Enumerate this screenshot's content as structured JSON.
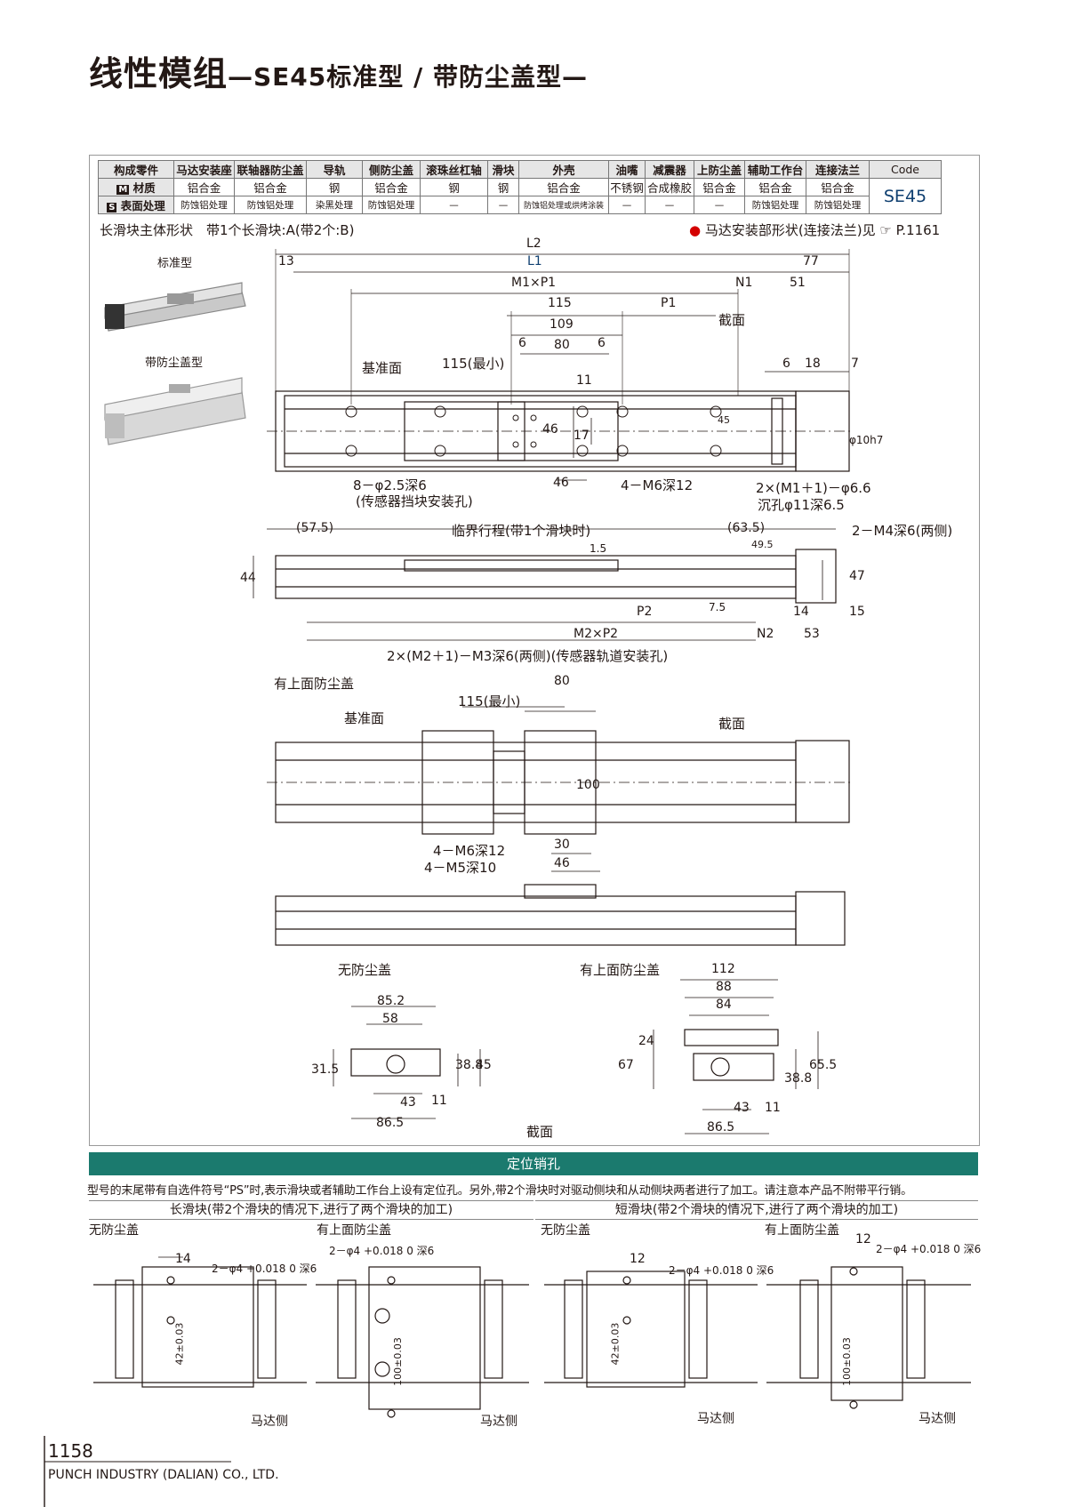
{
  "header": {
    "title_cn": "线性模组",
    "title_cn_suffix": "—SE45标准型 / 带防尘盖型—",
    "title_en": "BALLSCREW ACTUATOR",
    "title_en_suffix": "—SE45 STANDARD TYPE / With DUST SHIELD TYPE—"
  },
  "spec_table": {
    "row_labels": [
      "构成零件",
      "材质",
      "表面处理"
    ],
    "m_badge": "M",
    "s_badge": "S",
    "columns": [
      {
        "part": "马达安装座",
        "material": "铝合金",
        "finish": "防蚀铝处理"
      },
      {
        "part": "联轴器防尘盖",
        "material": "铝合金",
        "finish": "防蚀铝处理"
      },
      {
        "part": "导轨",
        "material": "钢",
        "finish": "染黑处理"
      },
      {
        "part": "侧防尘盖",
        "material": "铝合金",
        "finish": "防蚀铝处理"
      },
      {
        "part": "滚珠丝杠轴",
        "material": "钢",
        "finish": "—"
      },
      {
        "part": "滑块",
        "material": "钢",
        "finish": "—"
      },
      {
        "part": "外壳",
        "material": "铝合金",
        "finish": "防蚀铝处理或烘烤涂装"
      },
      {
        "part": "油嘴",
        "material": "不锈钢",
        "finish": "—"
      },
      {
        "part": "减震器",
        "material": "合成橡胶",
        "finish": "—"
      },
      {
        "part": "上防尘盖",
        "material": "铝合金",
        "finish": "—"
      },
      {
        "part": "辅助工作台",
        "material": "铝合金",
        "finish": "防蚀铝处理"
      },
      {
        "part": "连接法兰",
        "material": "铝合金",
        "finish": "防蚀铝处理"
      }
    ],
    "code_header": "Code",
    "code_value": "SE45"
  },
  "drawing": {
    "shape_title": "长滑块主体形状　带1个长滑块:A(带2个:B)",
    "motor_ref": "马达安装部形状(连接法兰)见",
    "motor_ref_page": "P.1161",
    "standard_type": "标准型",
    "dust_type": "带防尘盖型",
    "L2": "L2",
    "L1": "L1",
    "d13": "13",
    "d77": "77",
    "M1P1": "M1×P1",
    "N1": "N1",
    "d51": "51",
    "d115": "115",
    "P1": "P1",
    "section": "截面",
    "d109": "109",
    "d6a": "6",
    "d80": "80",
    "d6b": "6",
    "datum": "基准面",
    "d115min": "115(最小)",
    "d11": "11",
    "d6c": "6",
    "d18": "18",
    "d7": "7",
    "d46v": "46",
    "d17": "17",
    "d45": "45",
    "phi10": "φ10h7",
    "hole_8": "8－φ2.5深6",
    "hole_8_note": "(传感器挡块安装孔)",
    "d46h": "46",
    "m6": "4－M6深12",
    "hole_2x": "2×(M1＋1)－φ6.6",
    "hole_2x_cb": "沉孔φ11深6.5",
    "d57": "(57.5)",
    "critical": "临界行程(带1个滑块时)",
    "d63": "(63.5)",
    "m4": "2－M4深6(两侧)",
    "d15a": "1.5",
    "d495": "49.5",
    "d44": "44",
    "d47": "47",
    "P2": "P2",
    "d75": "7.5",
    "d14": "14",
    "d15": "15",
    "M2P2": "M2×P2",
    "N2": "N2",
    "d53": "53",
    "m3": "2×(M2＋1)－M3深6(两侧)(传感器轨道安装孔)",
    "with_top_cover": "有上面防尘盖",
    "d80b": "80",
    "d115minb": "115(最小)",
    "datum_b": "基准面",
    "section_b": "截面",
    "d100": "100",
    "m6b": "4－M6深12",
    "m5": "4－M5深10",
    "d30": "30",
    "d46b": "46",
    "no_cover": "无防尘盖",
    "with_cover2": "有上面防尘盖",
    "d852": "85.2",
    "d58": "58",
    "d315": "31.5",
    "d388": "38.8",
    "d45b": "45",
    "d43": "43",
    "d11b": "11",
    "d865": "86.5",
    "cross_section": "截面",
    "d112": "112",
    "d88": "88",
    "d84": "84",
    "d24": "24",
    "d67": "67",
    "d388b": "38.8",
    "d655": "65.5",
    "d43b": "43",
    "d11c": "11",
    "d865b": "86.5"
  },
  "pin_section": {
    "title": "定位销孔",
    "note": "型号的末尾带有自选件符号“PS”时,表示滑块或者辅助工作台上设有定位孔。另外,带2个滑块时对驱动侧块和从动侧块两者进行了加工。请注意本产品不附带平行销。",
    "long_block": "长滑块(带2个滑块的情况下,进行了两个滑块的加工)",
    "short_block": "短滑块(带2个滑块的情况下,进行了两个滑块的加工)",
    "no_cover_a": "无防尘盖",
    "with_cover_a": "有上面防尘盖",
    "no_cover_b": "无防尘盖",
    "with_cover_b": "有上面防尘盖",
    "d14": "14",
    "hole_a": "2－φ4 +0.018 0 深6",
    "d42a": "42±0.03",
    "hole_b": "2－φ4 +0.018 0 深6",
    "d100a": "100±0.03",
    "d12a": "12",
    "hole_c": "2－φ4 +0.018 0 深6",
    "d42b": "42±0.03",
    "d12b": "12",
    "hole_d": "2－φ4 +0.018 0 深6",
    "d100b": "100±0.03",
    "motor_side_a": "马达侧",
    "motor_side_b": "马达侧",
    "motor_side_c": "马达侧",
    "motor_side_d": "马达侧"
  },
  "footer": {
    "page": "1158",
    "company": "PUNCH INDUSTRY (DALIAN) CO., LTD."
  },
  "colors": {
    "band": "#1b7a6e",
    "code": "#0f3f70",
    "line": "#231815"
  }
}
